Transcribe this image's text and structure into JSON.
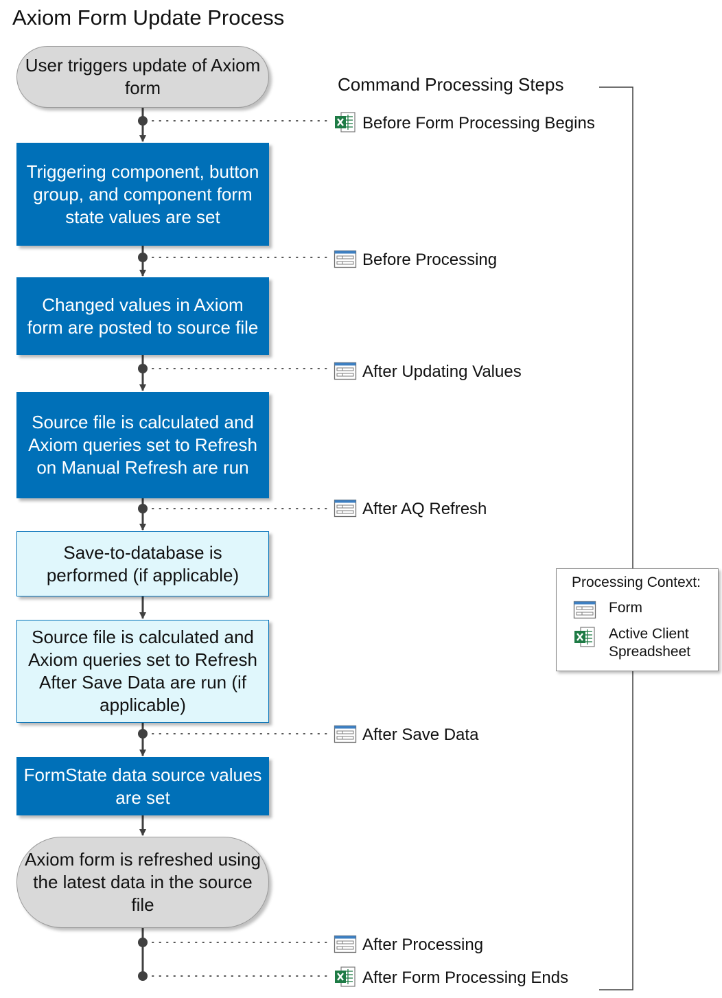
{
  "title": "Axiom Form Update Process",
  "section_title": "Command Processing Steps",
  "colors": {
    "process_dark": "#0070b8",
    "process_light": "#e0f7fc",
    "terminator": "#d9d9d9",
    "excel_green": "#1e7b45"
  },
  "flow": [
    {
      "text": "User triggers update of Axiom form",
      "kind": "terminator"
    },
    {
      "text": "Triggering component, button group, and component form state values are set",
      "kind": "process-dark"
    },
    {
      "text": "Changed values in Axiom form are posted to source file",
      "kind": "process-dark"
    },
    {
      "text": "Source file is calculated and Axiom queries set to Refresh on Manual Refresh are run",
      "kind": "process-dark"
    },
    {
      "text": "Save-to-database is performed (if applicable)",
      "kind": "process-light"
    },
    {
      "text": "Source file is calculated and Axiom queries set to Refresh After Save Data are run (if applicable)",
      "kind": "process-light"
    },
    {
      "text": "FormState data source values are set",
      "kind": "process-dark"
    },
    {
      "text": "Axiom form is refreshed using the latest data in the source file",
      "kind": "terminator"
    }
  ],
  "steps": [
    {
      "label": "Before Form Processing Begins",
      "icon": "excel-icon"
    },
    {
      "label": "Before Processing",
      "icon": "form-icon"
    },
    {
      "label": "After Updating Values",
      "icon": "form-icon"
    },
    {
      "label": "After AQ Refresh",
      "icon": "form-icon"
    },
    {
      "label": "After Save Data",
      "icon": "form-icon"
    },
    {
      "label": "After Processing",
      "icon": "form-icon"
    },
    {
      "label": "After Form Processing Ends",
      "icon": "excel-icon"
    }
  ],
  "legend": {
    "title": "Processing Context:",
    "items": [
      {
        "label": "Form",
        "icon": "form-icon"
      },
      {
        "label": "Active Client Spreadsheet",
        "icon": "excel-icon"
      }
    ]
  }
}
